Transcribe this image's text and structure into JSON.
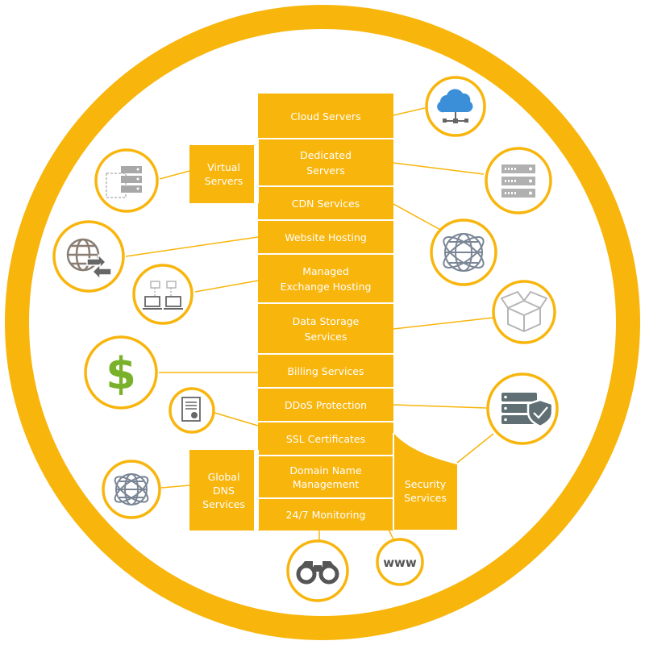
{
  "colors": {
    "accent": "#f8b50c",
    "divider": "#ffffff",
    "icon_gray": "#b5b5b5",
    "icon_dark": "#5d5d5d",
    "globe_gray": "#7a8595",
    "cloud_blue": "#3b8fd9",
    "dollar_green": "#7ab12a",
    "shield_slate": "#5f6f73",
    "text": "#ffffff"
  },
  "services": [
    {
      "label": "Cloud Servers"
    },
    {
      "label": "Dedicated\nServers"
    },
    {
      "label": "CDN Services"
    },
    {
      "label": "Website Hosting"
    },
    {
      "label": "Managed\nExchange Hosting"
    },
    {
      "label": "Data Storage\nServices"
    },
    {
      "label": "Billing Services"
    },
    {
      "label": "DDoS Protection"
    },
    {
      "label": "SSL Certificates"
    },
    {
      "label": "Domain Name\nManagement"
    },
    {
      "label": "24/7 Monitoring"
    }
  ],
  "groups": {
    "virtual": "Virtual\nServers",
    "dns": "Global\nDNS\nServices",
    "security": "Security\nServices"
  },
  "icons": {
    "cloud": {
      "name": "cloud-network-icon"
    },
    "virtual": {
      "name": "virtual-server-icon"
    },
    "dedicated": {
      "name": "server-rack-icon"
    },
    "cdn": {
      "name": "globe-network-icon"
    },
    "hosting": {
      "name": "globe-transfer-icon"
    },
    "exchange": {
      "name": "networked-computers-icon"
    },
    "storage": {
      "name": "storage-box-icon"
    },
    "billing": {
      "name": "dollar-sign-icon"
    },
    "ddos": {
      "name": "server-shield-icon"
    },
    "ssl": {
      "name": "certificate-icon"
    },
    "dns": {
      "name": "dns-globe-icon"
    },
    "monitoring": {
      "name": "binoculars-icon"
    },
    "www": {
      "name": "www-icon",
      "text": "www"
    }
  }
}
